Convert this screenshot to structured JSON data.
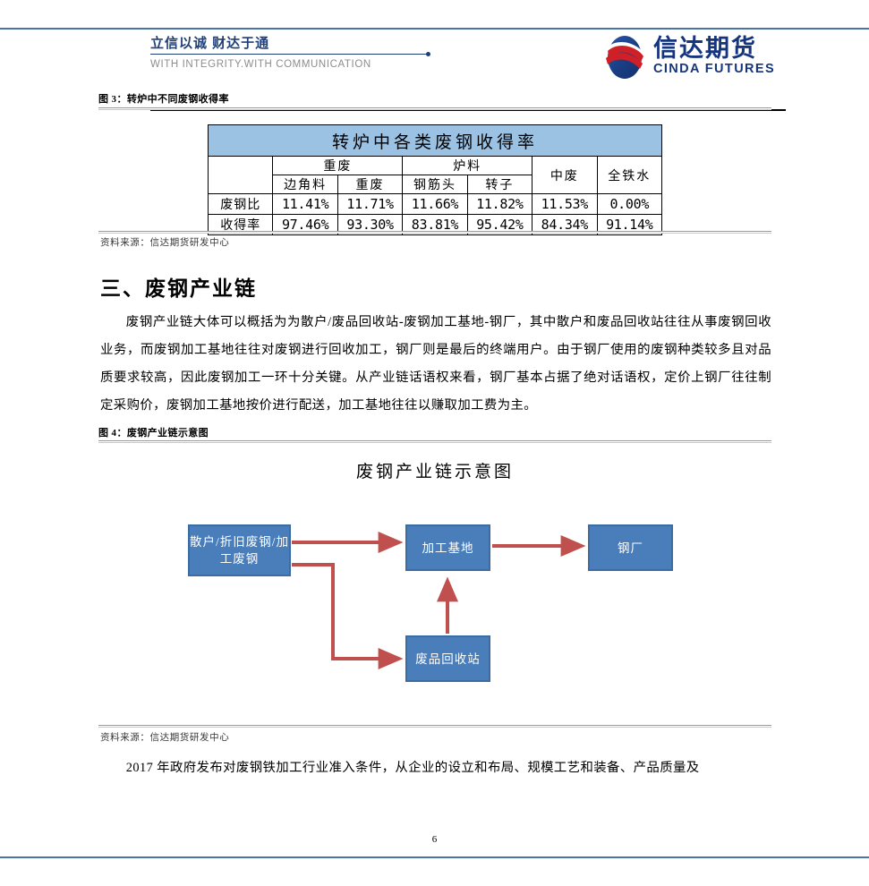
{
  "header": {
    "slogan_cn": "立信以诚  财达于通",
    "slogan_en": "WITH INTEGRITY.WITH COMMUNICATION",
    "logo_cn": "信达期货",
    "logo_en": "CINDA FUTURES"
  },
  "figure3": {
    "caption": "图 3：转炉中不同废钢收得率",
    "source": "资料来源：信达期货研发中心",
    "table": {
      "title": "转炉中各类废钢收得率",
      "group_headers": [
        "",
        "重废",
        "炉料",
        "中废",
        "全铁水"
      ],
      "sub_headers": [
        "边角料",
        "重废",
        "钢筋头",
        "转子"
      ],
      "rows": [
        {
          "label": "废钢比",
          "values": [
            "11.41%",
            "11.71%",
            "11.66%",
            "11.82%",
            "11.53%",
            "0.00%"
          ]
        },
        {
          "label": "收得率",
          "values": [
            "97.46%",
            "93.30%",
            "83.81%",
            "95.42%",
            "84.34%",
            "91.14%"
          ]
        }
      ]
    }
  },
  "section": {
    "heading": "三、废钢产业链",
    "paragraph": "废钢产业链大体可以概括为为散户/废品回收站-废钢加工基地-钢厂，其中散户和废品回收站往往从事废钢回收业务，而废钢加工基地往往对废钢进行回收加工，钢厂则是最后的终端用户。由于钢厂使用的废钢种类较多且对品质要求较高，因此废钢加工一环十分关键。从产业链话语权来看，钢厂基本占据了绝对话语权，定价上钢厂往往制定采购价，废钢加工基地按价进行配送，加工基地往往以赚取加工费为主。"
  },
  "figure4": {
    "caption": "图 4：废钢产业链示意图",
    "source": "资料来源：信达期货研发中心",
    "diagram": {
      "title": "废钢产业链示意图",
      "box_source": "散户/折旧废钢/加工废钢",
      "box_processing": "加工基地",
      "box_mill": "钢厂",
      "box_recycling": "废品回收站",
      "arrow_color": "#c0504d",
      "box_fill": "#4a7ebb"
    }
  },
  "footer": {
    "paragraph": "2017 年政府发布对废钢铁加工行业准入条件，从企业的设立和布局、规模工艺和装备、产品质量及",
    "page_number": "6"
  }
}
